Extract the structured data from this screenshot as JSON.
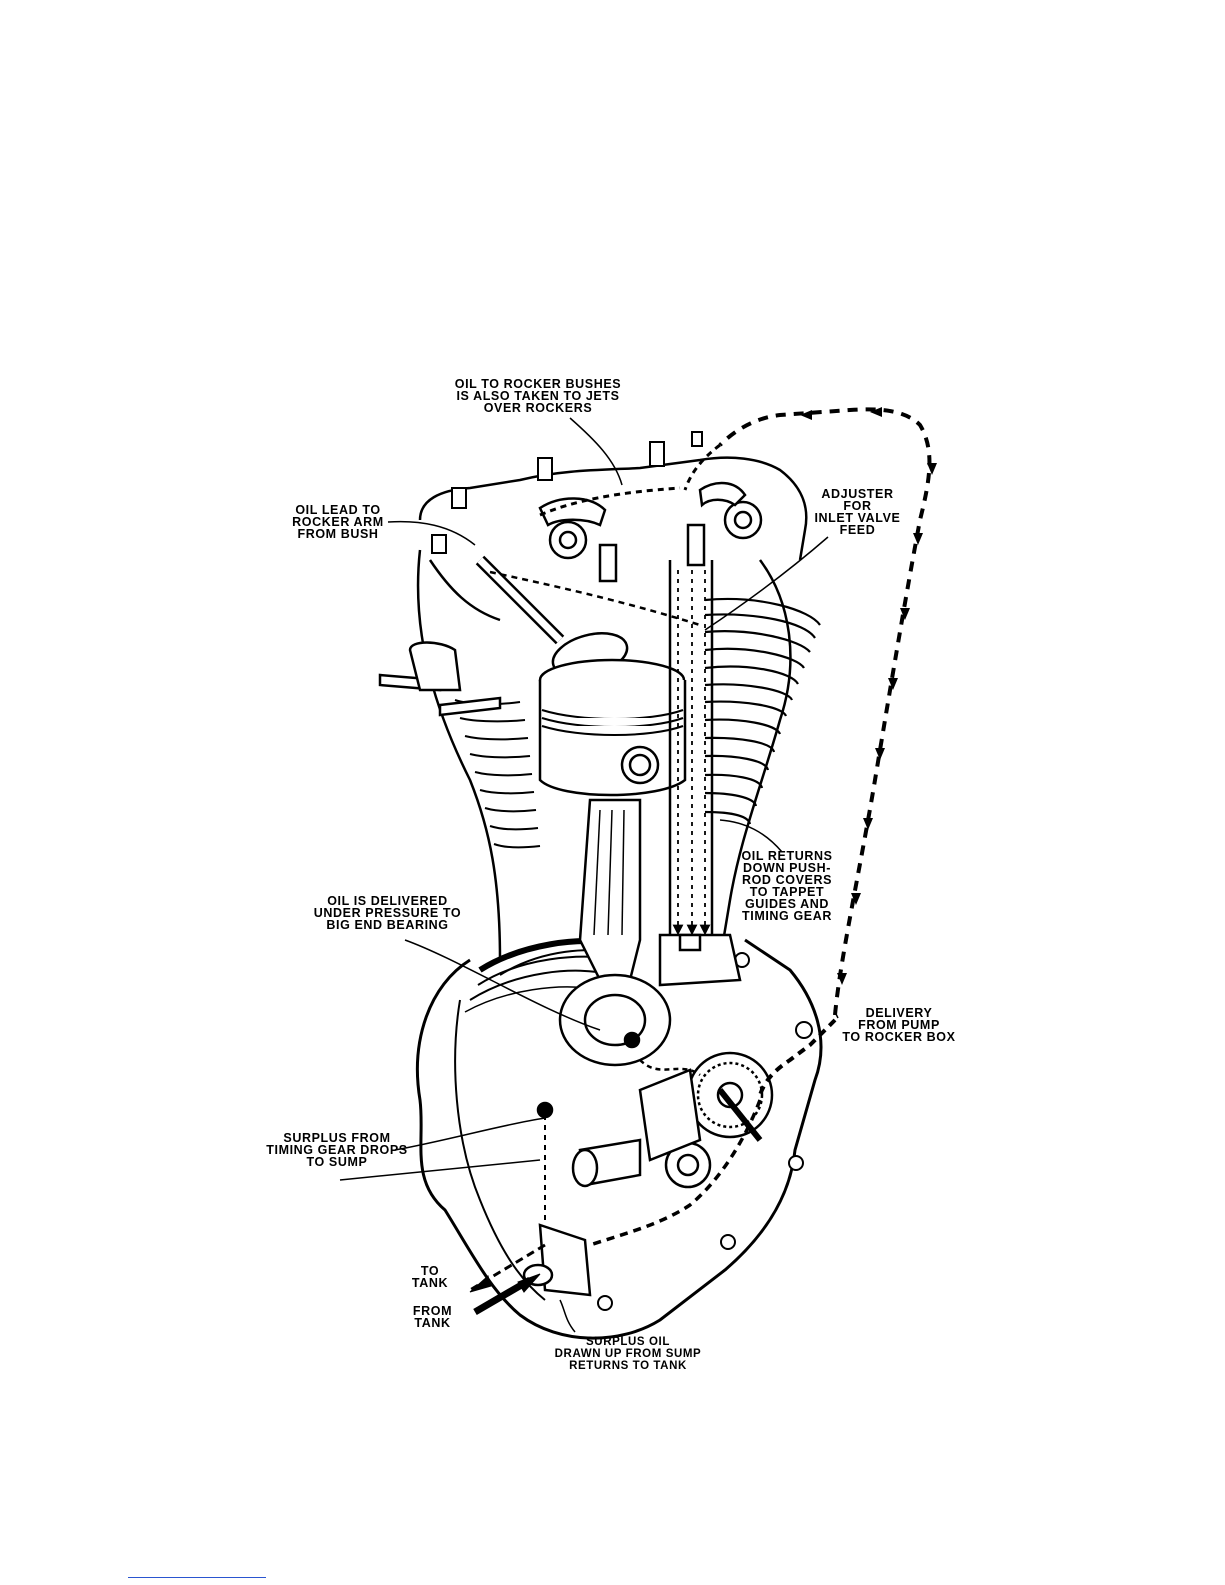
{
  "labels": {
    "rocker_bushes": [
      "OIL TO ROCKER BUSHES",
      "IS ALSO TAKEN TO JETS",
      "OVER ROCKERS"
    ],
    "oil_lead": [
      "OIL LEAD TO",
      "ROCKER ARM",
      "FROM BUSH"
    ],
    "adjuster": [
      "ADJUSTER",
      "FOR",
      "INLET VALVE",
      "FEED"
    ],
    "oil_returns": [
      "OIL RETURNS",
      "DOWN PUSH-",
      "ROD COVERS",
      "TO TAPPET",
      "GUIDES AND",
      "TIMING GEAR"
    ],
    "big_end": [
      "OIL IS DELIVERED",
      "UNDER PRESSURE TO",
      "BIG END BEARING"
    ],
    "delivery": [
      "DELIVERY",
      "FROM PUMP",
      "TO ROCKER BOX"
    ],
    "surplus_timing": [
      "SURPLUS FROM",
      "TIMING GEAR DROPS",
      "TO SUMP"
    ],
    "to_tank": [
      "TO",
      "TANK"
    ],
    "from_tank": [
      "FROM",
      "TANK"
    ],
    "surplus_sump": [
      "SURPLUS OIL",
      "DRAWN UP FROM SUMP",
      "RETURNS TO TANK"
    ]
  },
  "colors": {
    "ink": "#000000",
    "paper": "#ffffff",
    "footer_link": "#2a55d0"
  }
}
